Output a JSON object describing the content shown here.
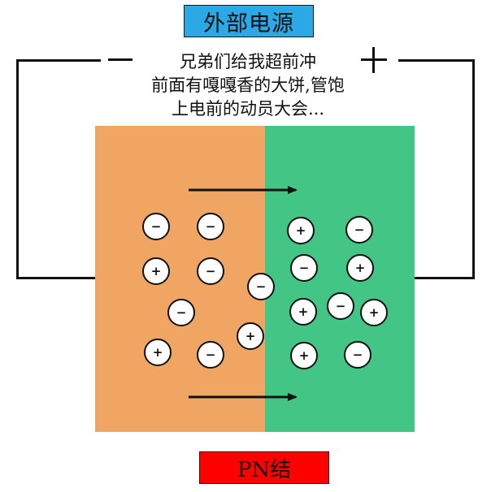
{
  "title": {
    "text": "外部电源",
    "color": "#2aa9e6"
  },
  "caption": {
    "lines": [
      "兄弟们给我超前冲",
      "前面有嘎嘎香的大饼,管饱",
      "上电前的动员大会..."
    ]
  },
  "terminals": {
    "negative": "−",
    "positive": "+"
  },
  "regions": {
    "p_color": "#f0a563",
    "n_color": "#43c585"
  },
  "charges": {
    "p_side": [
      "−",
      "−",
      "+",
      "−",
      "−",
      "+",
      "−",
      "+"
    ],
    "junction": [
      "−"
    ],
    "n_side": [
      "+",
      "−",
      "−",
      "+",
      "+",
      "−",
      "+",
      "+",
      "−"
    ]
  },
  "label": {
    "text": "PN结",
    "color": "#ff0000"
  }
}
